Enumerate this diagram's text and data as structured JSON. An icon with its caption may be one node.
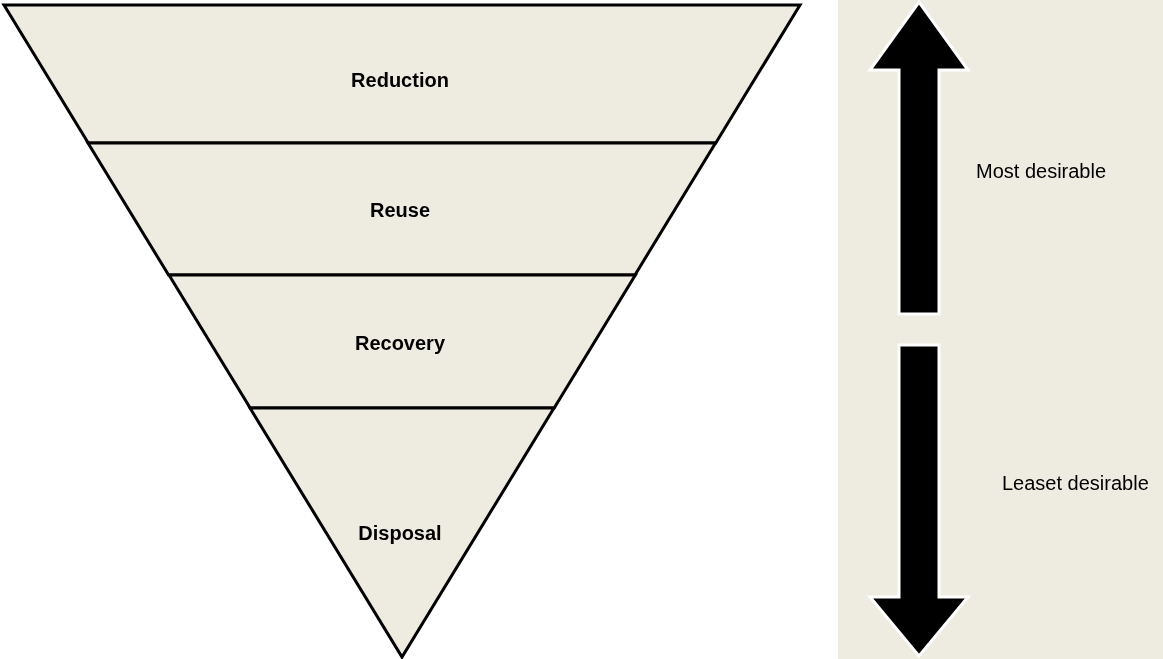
{
  "diagram": {
    "nodes": [
      {
        "text": [
          "Reduction"
        ]
      },
      {
        "text": [
          "Reuse"
        ]
      },
      {
        "text": [
          "Recovery"
        ]
      },
      {
        "text": [
          "Disposal"
        ]
      }
    ],
    "labels": [
      "Most desirable",
      "Leaset desirable"
    ]
  }
}
